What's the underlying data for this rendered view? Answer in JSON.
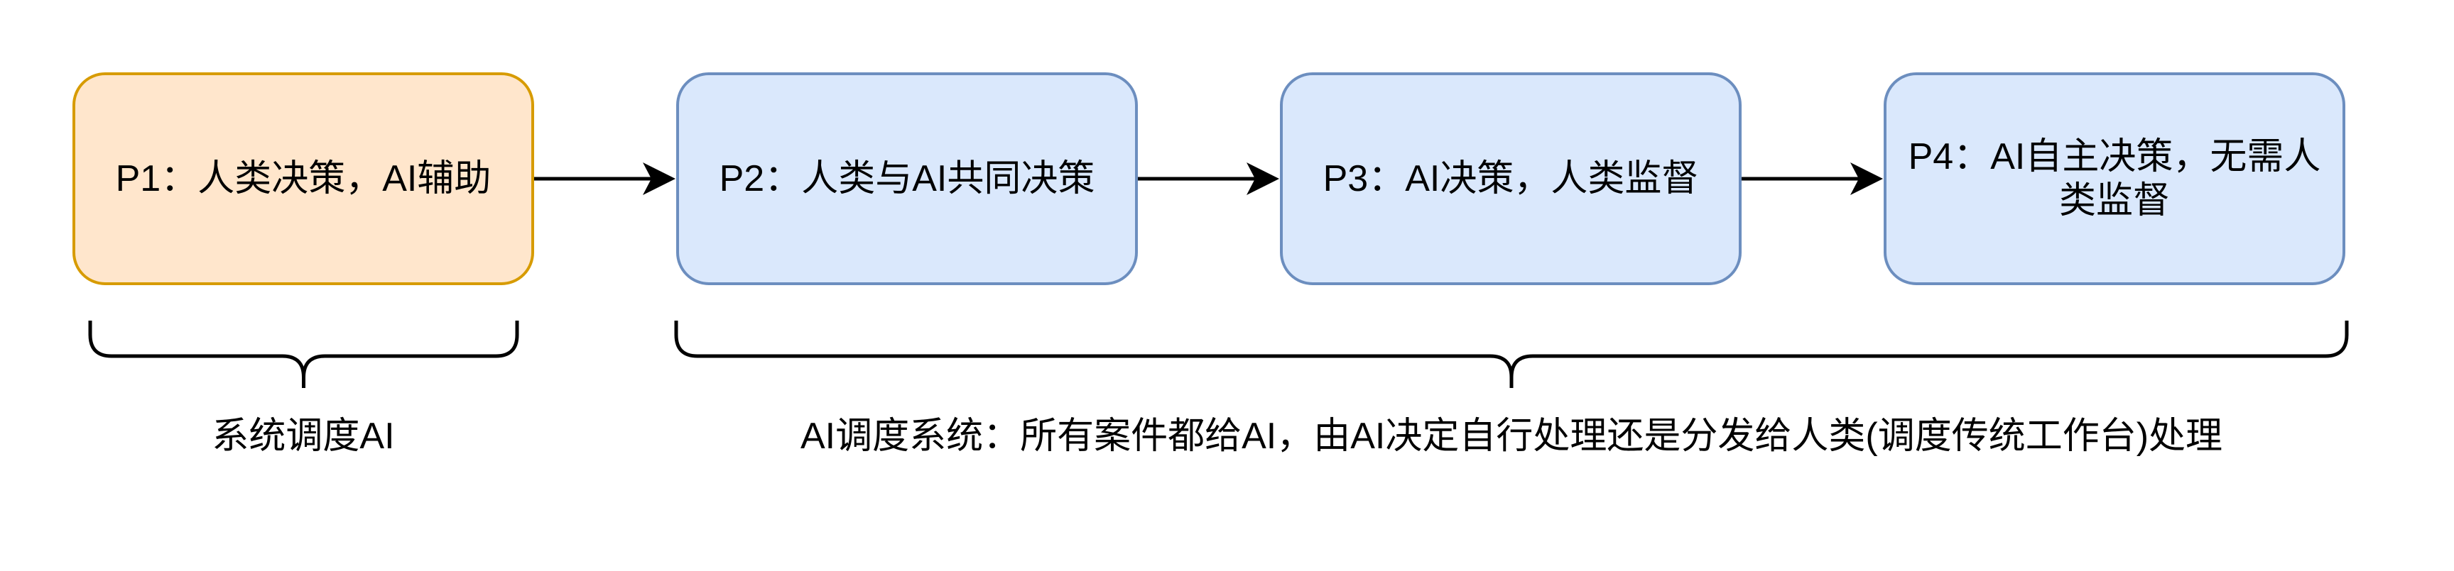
{
  "diagram": {
    "phases": [
      {
        "id": "P1",
        "label": "P1：人类决策，AI辅助",
        "fill": "#ffe6cc",
        "stroke": "#d79b00"
      },
      {
        "id": "P2",
        "label": "P2：人类与AI共同决策",
        "fill": "#dae8fc",
        "stroke": "#6c8ebf"
      },
      {
        "id": "P3",
        "label": "P3：AI决策，人类监督",
        "fill": "#dae8fc",
        "stroke": "#6c8ebf"
      },
      {
        "id": "P4",
        "label": "P4：AI自主决策，无需人类监督",
        "fill": "#dae8fc",
        "stroke": "#6c8ebf"
      }
    ],
    "arrows": [
      {
        "from": "P1",
        "to": "P2"
      },
      {
        "from": "P2",
        "to": "P3"
      },
      {
        "from": "P3",
        "to": "P4"
      }
    ],
    "groups": [
      {
        "covers": [
          "P1"
        ],
        "label": "系统调度AI"
      },
      {
        "covers": [
          "P2",
          "P3",
          "P4"
        ],
        "label": "AI调度系统：所有案件都给AI，由AI决定自行处理还是分发给人类(调度传统工作台)处理"
      }
    ],
    "line_color": "#000000"
  }
}
